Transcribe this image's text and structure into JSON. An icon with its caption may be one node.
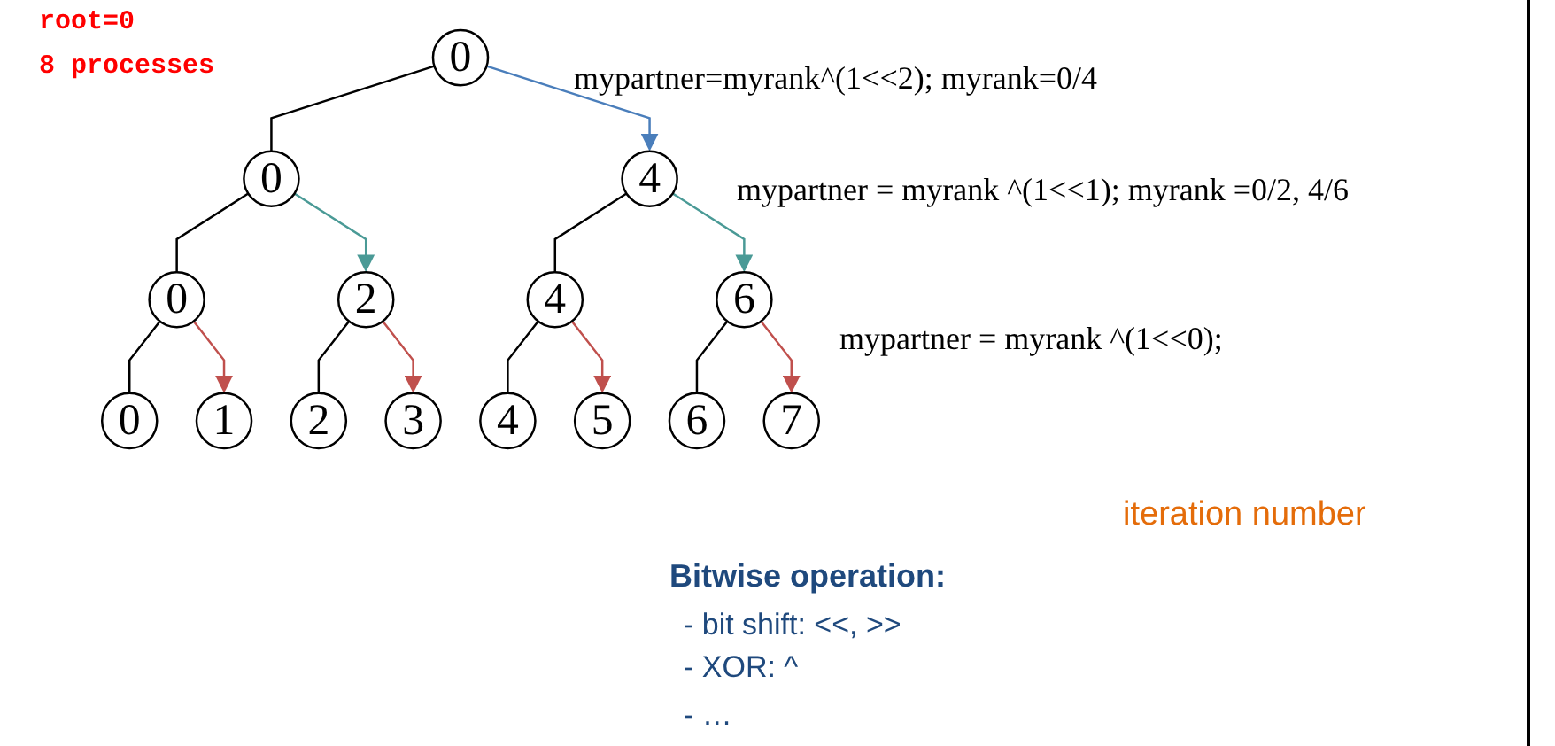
{
  "diagram": {
    "nodes": [
      {
        "text": [
          "0"
        ]
      },
      {
        "text": [
          "0"
        ]
      },
      {
        "text": [
          "4"
        ]
      },
      {
        "text": [
          "0"
        ]
      },
      {
        "text": [
          "2"
        ]
      },
      {
        "text": [
          "4"
        ]
      },
      {
        "text": [
          "6"
        ]
      },
      {
        "text": [
          "0"
        ]
      },
      {
        "text": [
          "1"
        ]
      },
      {
        "text": [
          "2"
        ]
      },
      {
        "text": [
          "3"
        ]
      },
      {
        "text": [
          "4"
        ]
      },
      {
        "text": [
          "5"
        ]
      },
      {
        "text": [
          "6"
        ]
      },
      {
        "text": [
          "7"
        ]
      }
    ],
    "edges": [
      {
        "from": 0,
        "to": 1,
        "arrow": "none"
      },
      {
        "from": 0,
        "to": 2,
        "arrow": "to",
        "color": "#4a7ebb"
      },
      {
        "from": 1,
        "to": 3,
        "arrow": "none"
      },
      {
        "from": 1,
        "to": 4,
        "arrow": "to",
        "color": "#4a9a96"
      },
      {
        "from": 2,
        "to": 5,
        "arrow": "none"
      },
      {
        "from": 2,
        "to": 6,
        "arrow": "to",
        "color": "#4a9a96"
      },
      {
        "from": 3,
        "to": 7,
        "arrow": "none"
      },
      {
        "from": 3,
        "to": 8,
        "arrow": "to",
        "color": "#c0504d"
      },
      {
        "from": 4,
        "to": 9,
        "arrow": "none"
      },
      {
        "from": 4,
        "to": 10,
        "arrow": "to",
        "color": "#c0504d"
      },
      {
        "from": 5,
        "to": 11,
        "arrow": "none"
      },
      {
        "from": 5,
        "to": 12,
        "arrow": "to",
        "color": "#c0504d"
      },
      {
        "from": 6,
        "to": 13,
        "arrow": "none"
      },
      {
        "from": 6,
        "to": 14,
        "arrow": "to",
        "color": "#c0504d"
      }
    ],
    "labels": [
      "root=0",
      "8 processes",
      "mypartner=myrank^(1<<2); myrank=0/4",
      "mypartner = myrank ^(1<<1); myrank =0/2, 4/6",
      "mypartner = myrank ^(1<<0);",
      "iteration number",
      "Bitwise operation:",
      "- bit shift: <<, >>",
      "- XOR: ^",
      "- …"
    ]
  }
}
